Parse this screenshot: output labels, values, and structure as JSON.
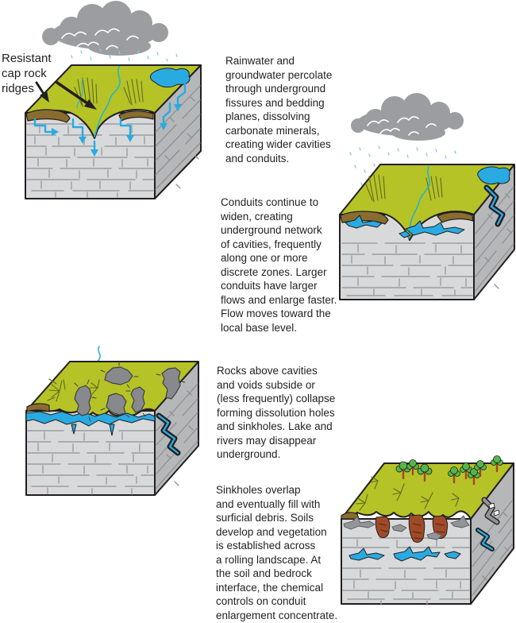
{
  "figure": {
    "subject": "Karst landscape formation stages block diagrams",
    "background": "#ffffff"
  },
  "annotation": {
    "text": "Resistant\ncap rock\nridges"
  },
  "stages": [
    {
      "caption": "Rainwater and\ngroundwater percolate\nthrough underground\nfissures and bedding\nplanes, dissolving\ncarbonate minerals,\ncreating wider cavities\nand conduits.",
      "features": [
        "rain-cloud",
        "rainfall",
        "resistant-cap-rock-ridges",
        "disappearing-stream",
        "surface-pond",
        "limestone-block",
        "percolating-water-arrows"
      ]
    },
    {
      "caption": "Conduits continue to\nwiden, creating\nunderground network\nof cavities, frequently\nalong one or more\ndiscrete zones. Larger\nconduits have larger\nflows and enlarge faster.\nFlow moves toward the\nlocal base level.",
      "features": [
        "rain-cloud",
        "rainfall",
        "valley",
        "horizontal-conduit-network",
        "surface-pond",
        "limestone-block"
      ]
    },
    {
      "caption": "Rocks above cavities\nand voids subside or\n(less frequently) collapse\nforming dissolution holes\nand sinkholes. Lake and\nrivers may disappear\nunderground.",
      "features": [
        "sinkholes",
        "collapse-blocks",
        "water-table-conduit",
        "disappearing-stream",
        "limestone-block"
      ]
    },
    {
      "caption": "Sinkholes overlap\nand eventually fill with\nsurficial debris. Soils\ndevelop and vegetation\nis established across\na rolling landscape. At\nthe soil and bedrock\ninterface, the chemical\ncontrols on conduit\nenlargement concentrate.",
      "features": [
        "rolling-landscape",
        "trees",
        "soil-filled-sinkholes",
        "epikarst-gray-conduits",
        "water-conduits",
        "limestone-block"
      ]
    }
  ],
  "palette": {
    "surface_green": "#b5c327",
    "vegetation_dark_olive": "#5f6b1e",
    "limestone_front": "#d8d9da",
    "limestone_side": "#b5b7b9",
    "brick_line_gray": "#9b9da0",
    "water_blue": "#29abe2",
    "stream_teal": "#2db3c7",
    "rain_light_blue": "#85c9ea",
    "cloud_gray": "#9b9da1",
    "cap_rock_brown": "#8a6d2e",
    "soil_red_brown": "#a04a28",
    "tree_canopy_green": "#54b748",
    "tree_trunk_red_brown": "#a8432a",
    "collapse_block_gray": "#87898c",
    "conduit_gray": "#939598",
    "outline_black": "#231f20",
    "text_black": "#231f20"
  }
}
